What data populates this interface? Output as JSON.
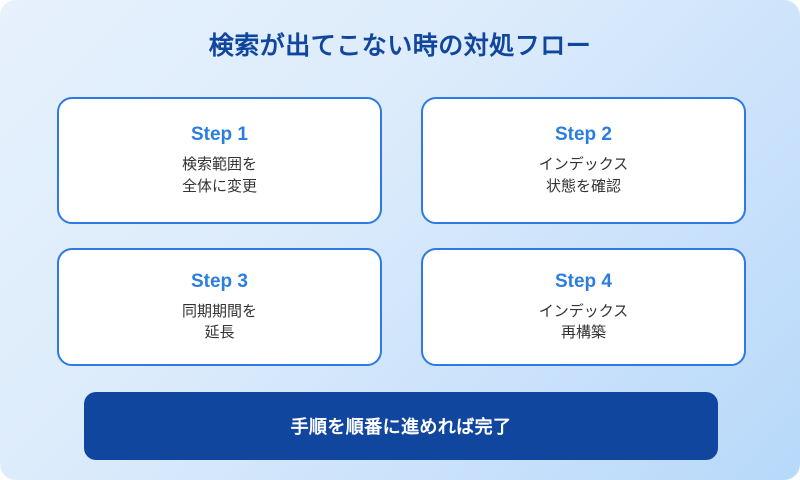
{
  "title": "検索が出てこない時の対処フロー",
  "theme": {
    "background_start": "#e6f1fc",
    "background_end": "#b7d9fa",
    "title_color": "#11469f",
    "card_border": "#2d7ae5",
    "card_background": "#ffffff",
    "step_label_color": "#2b7de0",
    "card_text_color": "#333333",
    "banner_background": "#11469f",
    "banner_text_color": "#ffffff"
  },
  "steps": [
    {
      "label": "Step 1",
      "line1": "検索範囲を",
      "line2": "全体に変更"
    },
    {
      "label": "Step 2",
      "line1": "インデックス",
      "line2": "状態を確認"
    },
    {
      "label": "Step 3",
      "line1": "同期期間を",
      "line2": "延長"
    },
    {
      "label": "Step 4",
      "line1": "インデックス",
      "line2": "再構築"
    }
  ],
  "banner": {
    "text": "手順を順番に進めれば完了"
  }
}
